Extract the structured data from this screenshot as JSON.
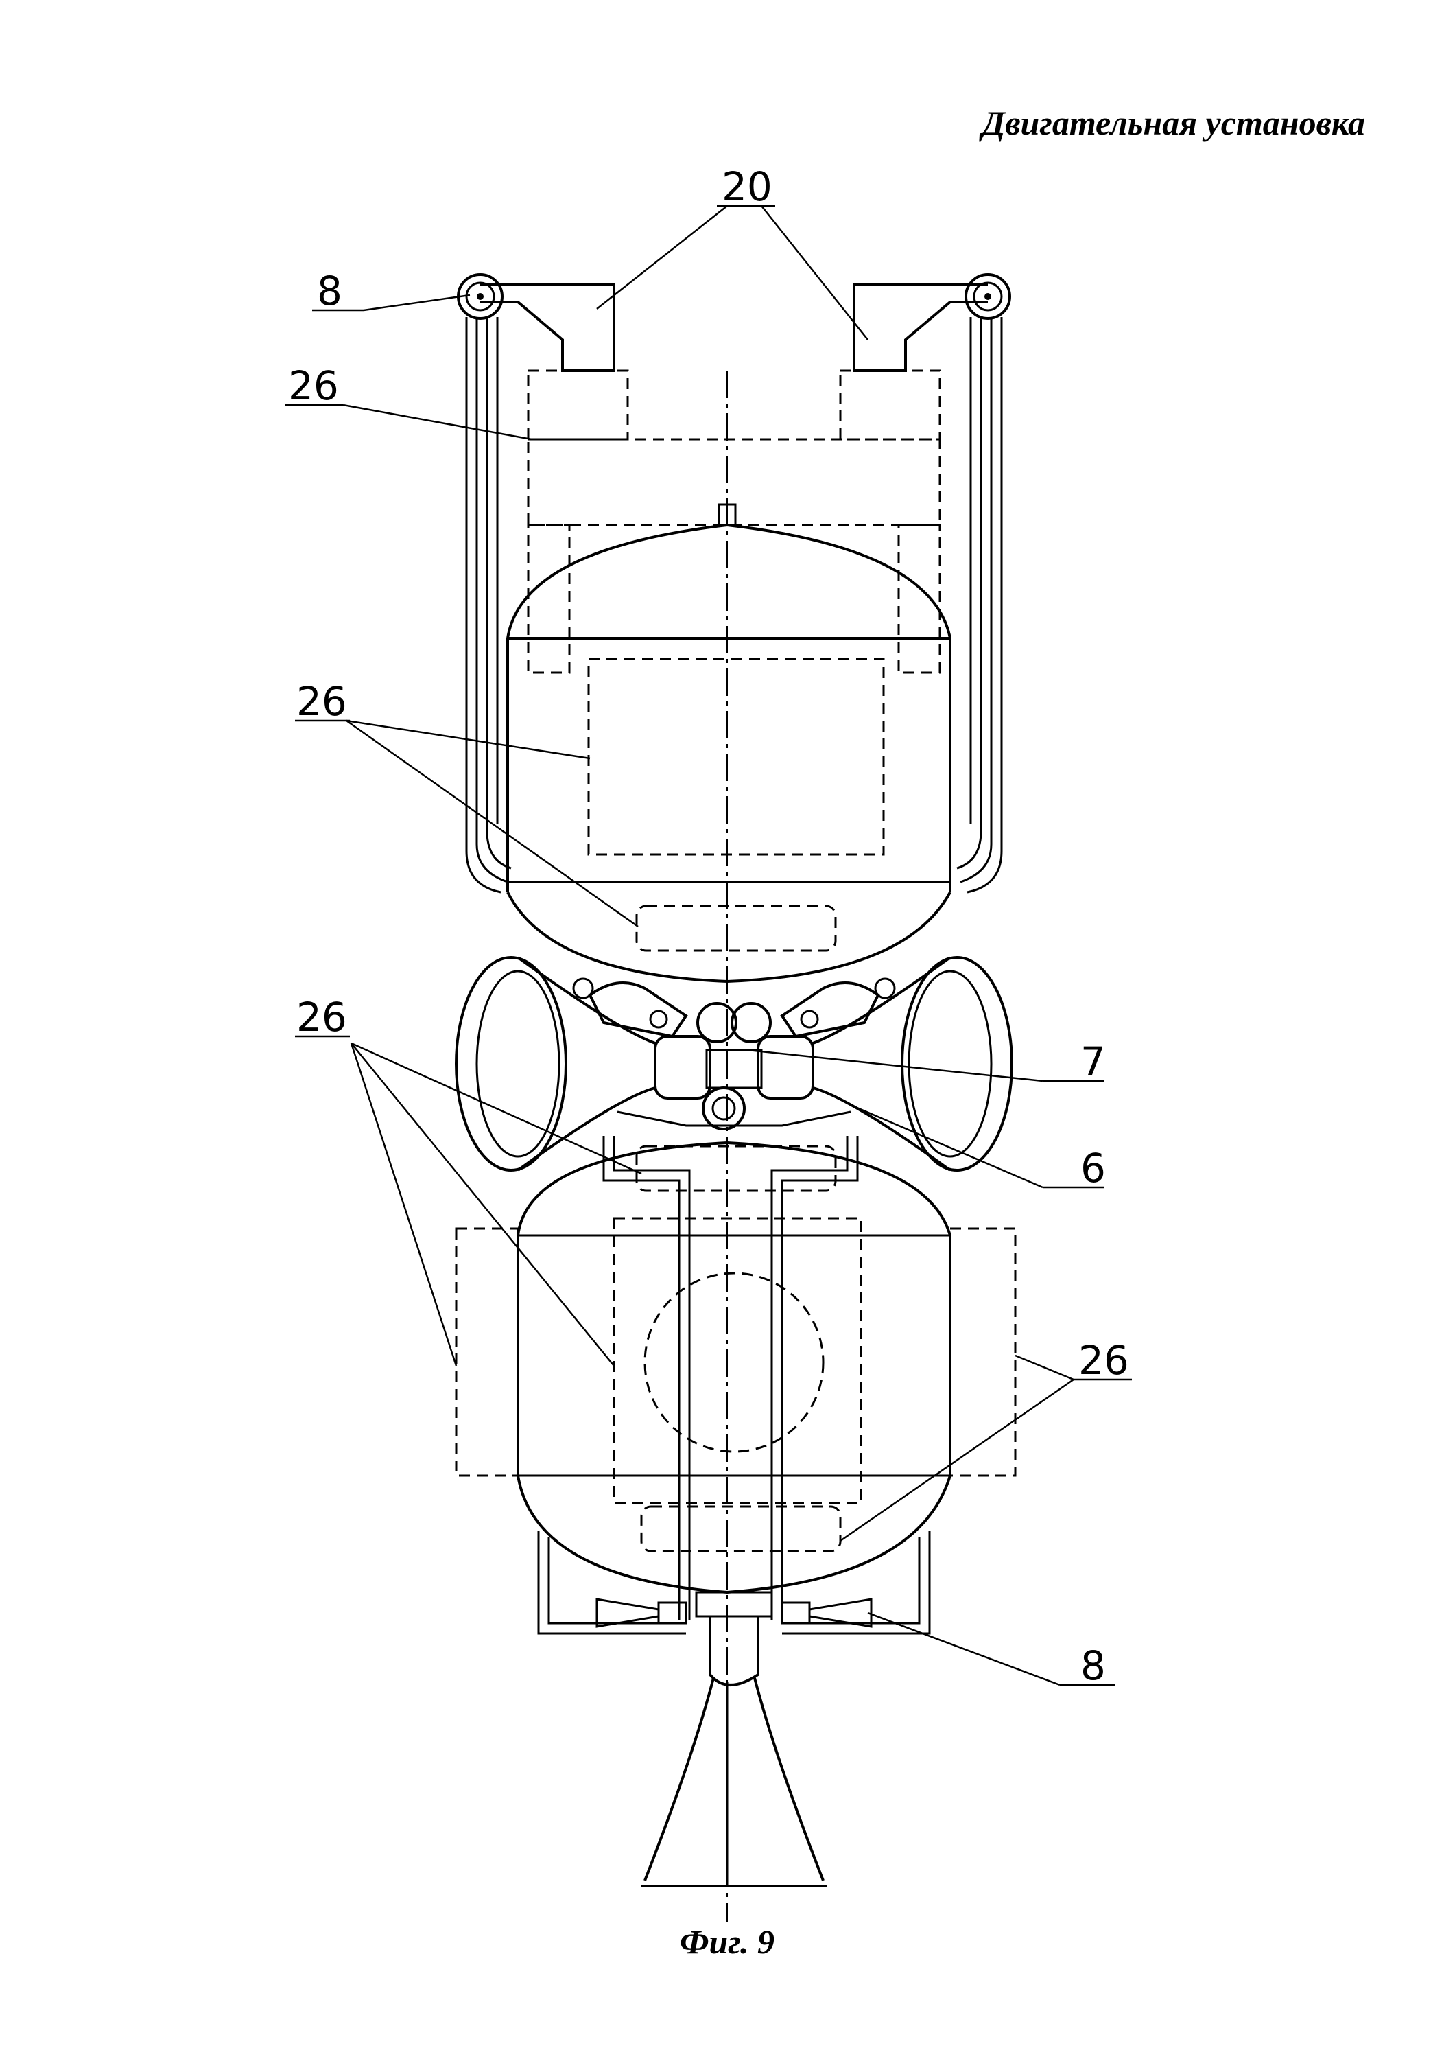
{
  "header": {
    "title": "Двигательная установка"
  },
  "caption": {
    "text": "Фиг. 9"
  },
  "labels": {
    "l20": "20",
    "l8_top": "8",
    "l26_upper": "26",
    "l26_middle": "26",
    "l26_lower_left": "26",
    "l7": "7",
    "l6": "6",
    "l26_lower_right": "26",
    "l8_bottom": "8"
  }
}
